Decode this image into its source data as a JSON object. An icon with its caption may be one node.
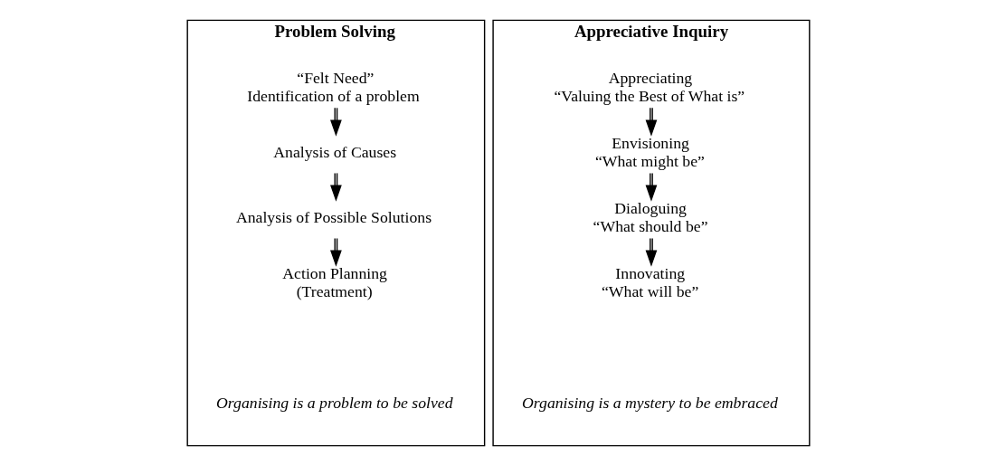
{
  "diagram": {
    "nodes": [
      {
        "text": [
          "Problem Solving"
        ]
      },
      {
        "text": [
          "“Felt Need”",
          "Identification of a problem"
        ],
        "in": 0
      },
      {
        "text": [
          "Analysis of Causes"
        ],
        "in": 0
      },
      {
        "text": [
          "Analysis of Possible Solutions"
        ],
        "in": 0
      },
      {
        "text": [
          "Action Planning",
          "(Treatment)"
        ],
        "in": 0
      },
      {
        "text": [
          "Organising is a problem to be solved"
        ],
        "in": 0
      },
      {
        "text": [
          "Appreciative Inquiry"
        ]
      },
      {
        "text": [
          "Appreciating",
          "“Valuing the Best of What is”"
        ],
        "in": 6
      },
      {
        "text": [
          "Envisioning",
          "“What might be”"
        ],
        "in": 6
      },
      {
        "text": [
          "Dialoguing",
          "“What should be”"
        ],
        "in": 6
      },
      {
        "text": [
          "Innovating",
          "“What will be”"
        ],
        "in": 6
      },
      {
        "text": [
          "Organising is a mystery to be embraced"
        ],
        "in": 6
      }
    ],
    "edges": [
      {
        "from": 1,
        "to": 2,
        "arrow": "to"
      },
      {
        "from": 2,
        "to": 3,
        "arrow": "to"
      },
      {
        "from": 3,
        "to": 4,
        "arrow": "to"
      },
      {
        "from": 7,
        "to": 8,
        "arrow": "to"
      },
      {
        "from": 8,
        "to": 9,
        "arrow": "to"
      },
      {
        "from": 9,
        "to": 10,
        "arrow": "to"
      }
    ]
  }
}
